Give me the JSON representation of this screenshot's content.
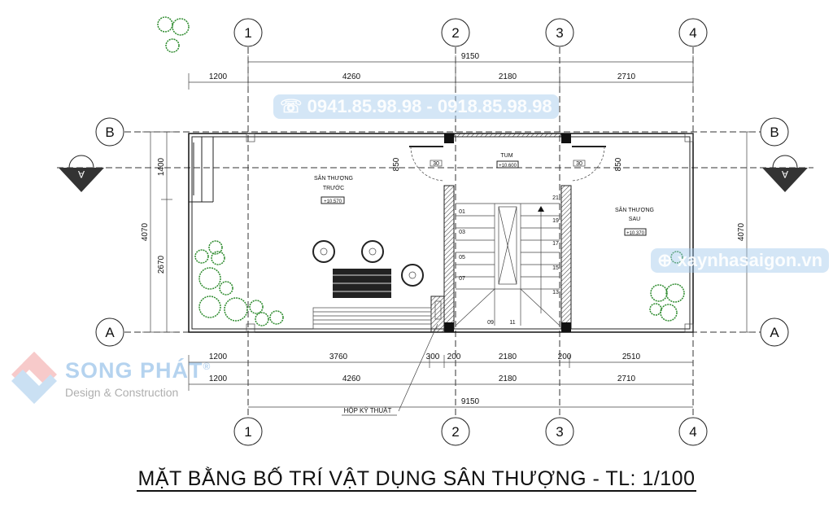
{
  "grid": {
    "columns": [
      "1",
      "2",
      "3",
      "4"
    ],
    "rows": [
      "B",
      "A"
    ],
    "section_mark": "A"
  },
  "dimensions": {
    "top_overall": "9150",
    "top_row": [
      "1200",
      "4260",
      "2180",
      "2710"
    ],
    "bottom_row1": [
      "1200",
      "3760",
      "300",
      "200",
      "2180",
      "200",
      "2510"
    ],
    "bottom_row2": [
      "1200",
      "4260",
      "2180",
      "2710"
    ],
    "bottom_overall": "9150",
    "left_overall": "4070",
    "left_parts": [
      "1400",
      "2670"
    ],
    "right_overall": "4070",
    "door_offsets": [
      "850",
      "850"
    ]
  },
  "rooms": {
    "front": {
      "name_line1": "SÂN THƯỢNG",
      "name_line2": "TRƯỚC",
      "level": "+10.570"
    },
    "tum": {
      "name": "TUM",
      "level": "+10.600"
    },
    "back": {
      "name_line1": "SÂN THƯỢNG",
      "name_line2": "SAU",
      "level": "+10.370"
    },
    "door_tags": [
      "30",
      "30"
    ],
    "stair_numbers_left": [
      "01",
      "03",
      "05",
      "07"
    ],
    "stair_numbers_bottom": [
      "09",
      "11"
    ],
    "stair_numbers_right": [
      "13",
      "15",
      "17",
      "19",
      "21"
    ],
    "technical_box": "HỘP KỸ THUẬT"
  },
  "watermarks": {
    "brand": "SONG PHÁT",
    "brand_mark": "®",
    "tagline": "Design & Construction",
    "phone": "0941.85.98.98 - 0918.85.98.98",
    "website": "xaynhasaigon.vn"
  },
  "title": "MẶT BẰNG BỐ TRÍ VẬT DỤNG SÂN THƯỢNG - TL: 1/100",
  "colors": {
    "line": "#222222",
    "plant": "#2e8b2e",
    "watermark_blue": "#a0c8eb",
    "logo_red": "#f2a0a0"
  }
}
